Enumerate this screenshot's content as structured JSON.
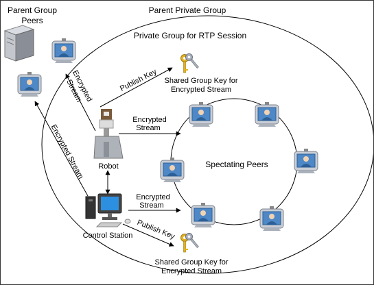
{
  "labels": {
    "parent_group_peers_line1": "Parent Group",
    "parent_group_peers_line2": "Peers",
    "parent_private_group": "Parent Private Group",
    "private_group_rtp": "Private Group for RTP Session",
    "publish_key_top": "Publish Key",
    "shared_key_top_line1": "Shared Group Key for",
    "shared_key_top_line2": "Encrypted Stream",
    "encrypted_stream_left_line1": "Encrypted",
    "encrypted_stream_left_line2": "Stream",
    "encrypted_stream_long": "Encrypted Stream",
    "encrypted_stream_robot_line1": "Encrypted",
    "encrypted_stream_robot_line2": "Stream",
    "robot": "Robot",
    "spectating_peers": "Spectating Peers",
    "encrypted_stream_cs_line1": "Encrypted",
    "encrypted_stream_cs_line2": "Stream",
    "control_station": "Control Station",
    "publish_key_bottom": "Publish Key",
    "shared_key_bottom_line1": "Shared Group Key for",
    "shared_key_bottom_line2": "Encrypted Stream"
  },
  "icons": {
    "server": "server-icon",
    "peer": "videophone-icon",
    "key": "key-icon",
    "robot": "robot-icon",
    "workstation": "workstation-icon"
  },
  "colors": {
    "screen": "#4f88c6",
    "screen_dark": "#2c5f96",
    "frame": "#c9ced6",
    "key_gold": "#e4b21f",
    "key_silver": "#a9b0bb"
  }
}
